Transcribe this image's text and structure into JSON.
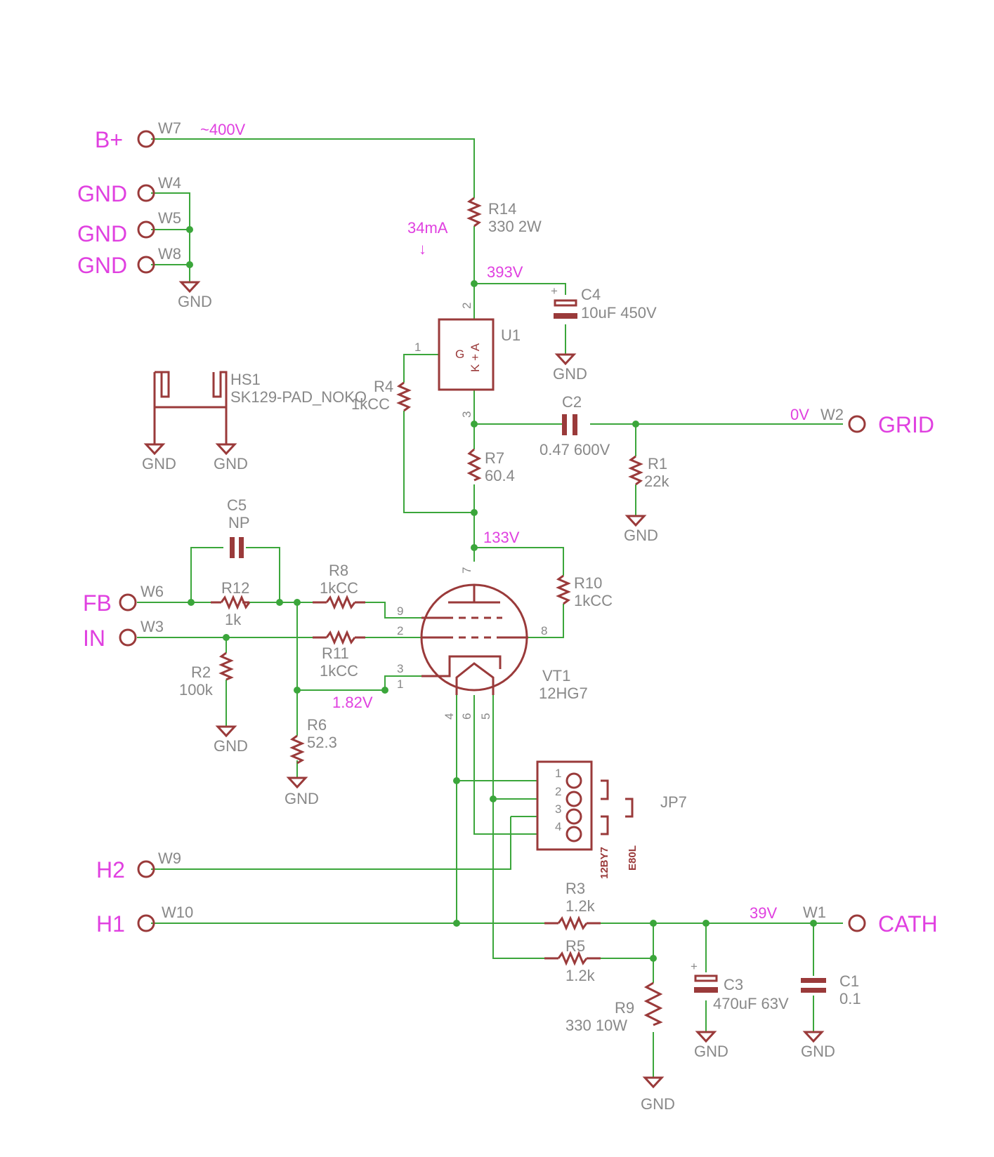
{
  "ports": {
    "bplus": "B+",
    "gnd1": "GND",
    "gnd2": "GND",
    "gnd3": "GND",
    "grid": "GRID",
    "fb": "FB",
    "in": "IN",
    "h2": "H2",
    "h1": "H1",
    "cath": "CATH"
  },
  "voltages": {
    "v400": "~400V",
    "i34": "34mA",
    "arrow": "↓",
    "v393": "393V",
    "v0": "0V",
    "v133": "133V",
    "v182": "1.82V",
    "v39": "39V"
  },
  "wires": {
    "W1": "W1",
    "W2": "W2",
    "W3": "W3",
    "W4": "W4",
    "W5": "W5",
    "W6": "W6",
    "W7": "W7",
    "W8": "W8",
    "W9": "W9",
    "W10": "W10"
  },
  "components": {
    "R14": {
      "name": "R14",
      "value": "330 2W"
    },
    "C4": {
      "name": "C4",
      "value": "10uF 450V"
    },
    "U1": {
      "name": "U1",
      "pin_g": "G",
      "pin_ka": "K + A"
    },
    "HS1": {
      "name": "HS1",
      "value": "SK129-PAD_NOKO"
    },
    "R4": {
      "name": "R4",
      "value": "1kCC"
    },
    "C2": {
      "name": "C2",
      "value": "0.47 600V"
    },
    "R1": {
      "name": "R1",
      "value": "22k"
    },
    "R7": {
      "name": "R7",
      "value": "60.4"
    },
    "C5": {
      "name": "C5",
      "value": "NP"
    },
    "R12": {
      "name": "R12",
      "value": "1k"
    },
    "R8": {
      "name": "R8",
      "value": "1kCC"
    },
    "R10": {
      "name": "R10",
      "value": "1kCC"
    },
    "R11": {
      "name": "R11",
      "value": "1kCC"
    },
    "R2": {
      "name": "R2",
      "value": "100k"
    },
    "R6": {
      "name": "R6",
      "value": "52.3"
    },
    "VT1": {
      "name": "VT1",
      "value": "12HG7"
    },
    "JP7": {
      "name": "JP7",
      "opt1": "12BY7",
      "opt2": "E80L"
    },
    "R3": {
      "name": "R3",
      "value": "1.2k"
    },
    "R5": {
      "name": "R5",
      "value": "1.2k"
    },
    "R9": {
      "name": "R9",
      "value": "330 10W"
    },
    "C3": {
      "name": "C3",
      "value": "470uF 63V"
    },
    "C1": {
      "name": "C1",
      "value": "0.1"
    }
  },
  "gnd_label": "GND",
  "pins": {
    "u1_1": "1",
    "u1_2": "2",
    "u1_3": "3",
    "vt_7": "7",
    "vt_9": "9",
    "vt_2": "2",
    "vt_8": "8",
    "vt_3": "3",
    "vt_1": "1",
    "vt_4": "4",
    "vt_6": "6",
    "vt_5": "5",
    "jp_1": "1",
    "jp_2": "2",
    "jp_3": "3",
    "jp_4": "4"
  },
  "colors": {
    "wire": "#3ba63b",
    "symbol": "#9a3a3a",
    "label": "#888888",
    "net_label": "#e040e0"
  }
}
